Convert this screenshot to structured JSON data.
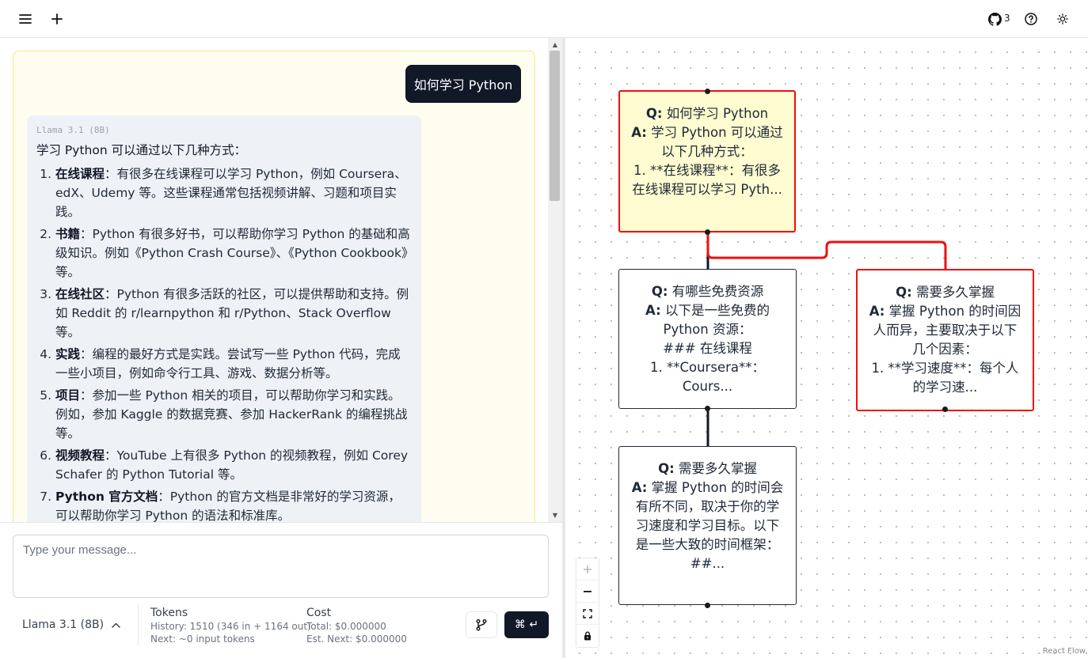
{
  "topbar": {
    "github_count": "3"
  },
  "chat": {
    "user_message": "如何学习 Python",
    "assistant": {
      "model_tag": "Llama 3.1 (8B)",
      "intro": "学习 Python 可以通过以下几种方式：",
      "items": [
        {
          "title": "在线课程",
          "text": "：有很多在线课程可以学习 Python，例如 Coursera、edX、Udemy 等。这些课程通常包括视频讲解、习题和项目实践。"
        },
        {
          "title": "书籍",
          "text": "：Python 有很多好书，可以帮助你学习 Python 的基础和高级知识。例如《Python Crash Course》、《Python Cookbook》等。"
        },
        {
          "title": "在线社区",
          "text": "：Python 有很多活跃的社区，可以提供帮助和支持。例如 Reddit 的 r/learnpython 和 r/Python、Stack Overflow 等。"
        },
        {
          "title": "实践",
          "text": "：编程的最好方式是实践。尝试写一些 Python 代码，完成一些小项目，例如命令行工具、游戏、数据分析等。"
        },
        {
          "title": "项目",
          "text": "：参加一些 Python 相关的项目，可以帮助你学习和实践。例如，参加 Kaggle 的数据竞赛、参加 HackerRank 的编程挑战等。"
        },
        {
          "title": "视频教程",
          "text": "：YouTube 上有很多 Python 的视频教程，例如 Corey Schafer 的 Python Tutorial 等。"
        },
        {
          "title": "Python 官方文档",
          "text": "：Python 的官方文档是非常好的学习资源，可以帮助你学习 Python 的语法和标准库。"
        }
      ]
    }
  },
  "composer": {
    "placeholder": "Type your message...",
    "value": "",
    "model_label": "Llama 3.1 (8B)",
    "tokens": {
      "title": "Tokens",
      "history": "History: 1510 (346 in + 1164 out)",
      "next": "Next: ~0 input tokens"
    },
    "cost": {
      "title": "Cost",
      "total": "Total: $0.000000",
      "est_next": "Est. Next: $0.000000"
    },
    "send_label": "⌘ ↵"
  },
  "flow": {
    "nodes": [
      {
        "q_label": "Q:",
        "q": "如何学习 Python",
        "a_label": "A:",
        "a": "学习 Python 可以通过以下几种方式：\n1. **在线课程**：有很多在线课程可以学习 Pyth..."
      },
      {
        "q_label": "Q:",
        "q": "有哪些免费资源",
        "a_label": "A:",
        "a": "以下是一些免费的 Python 资源：\n### 在线课程\n1. **Coursera**：Cours..."
      },
      {
        "q_label": "Q:",
        "q": "需要多久掌握",
        "a_label": "A:",
        "a": "掌握 Python 的时间因人而异，主要取决于以下几个因素：\n1. **学习速度**：每个人的学习速..."
      },
      {
        "q_label": "Q:",
        "q": "需要多久掌握",
        "a_label": "A:",
        "a": "掌握 Python 的时间会有所不同，取决于你的学习速度和学习目标。以下是一些大致的时间框架：\n##..."
      }
    ],
    "attribution": "React Flow",
    "colors": {
      "selected": "#ef0f0f",
      "active_bg": "#fefcd0"
    }
  }
}
